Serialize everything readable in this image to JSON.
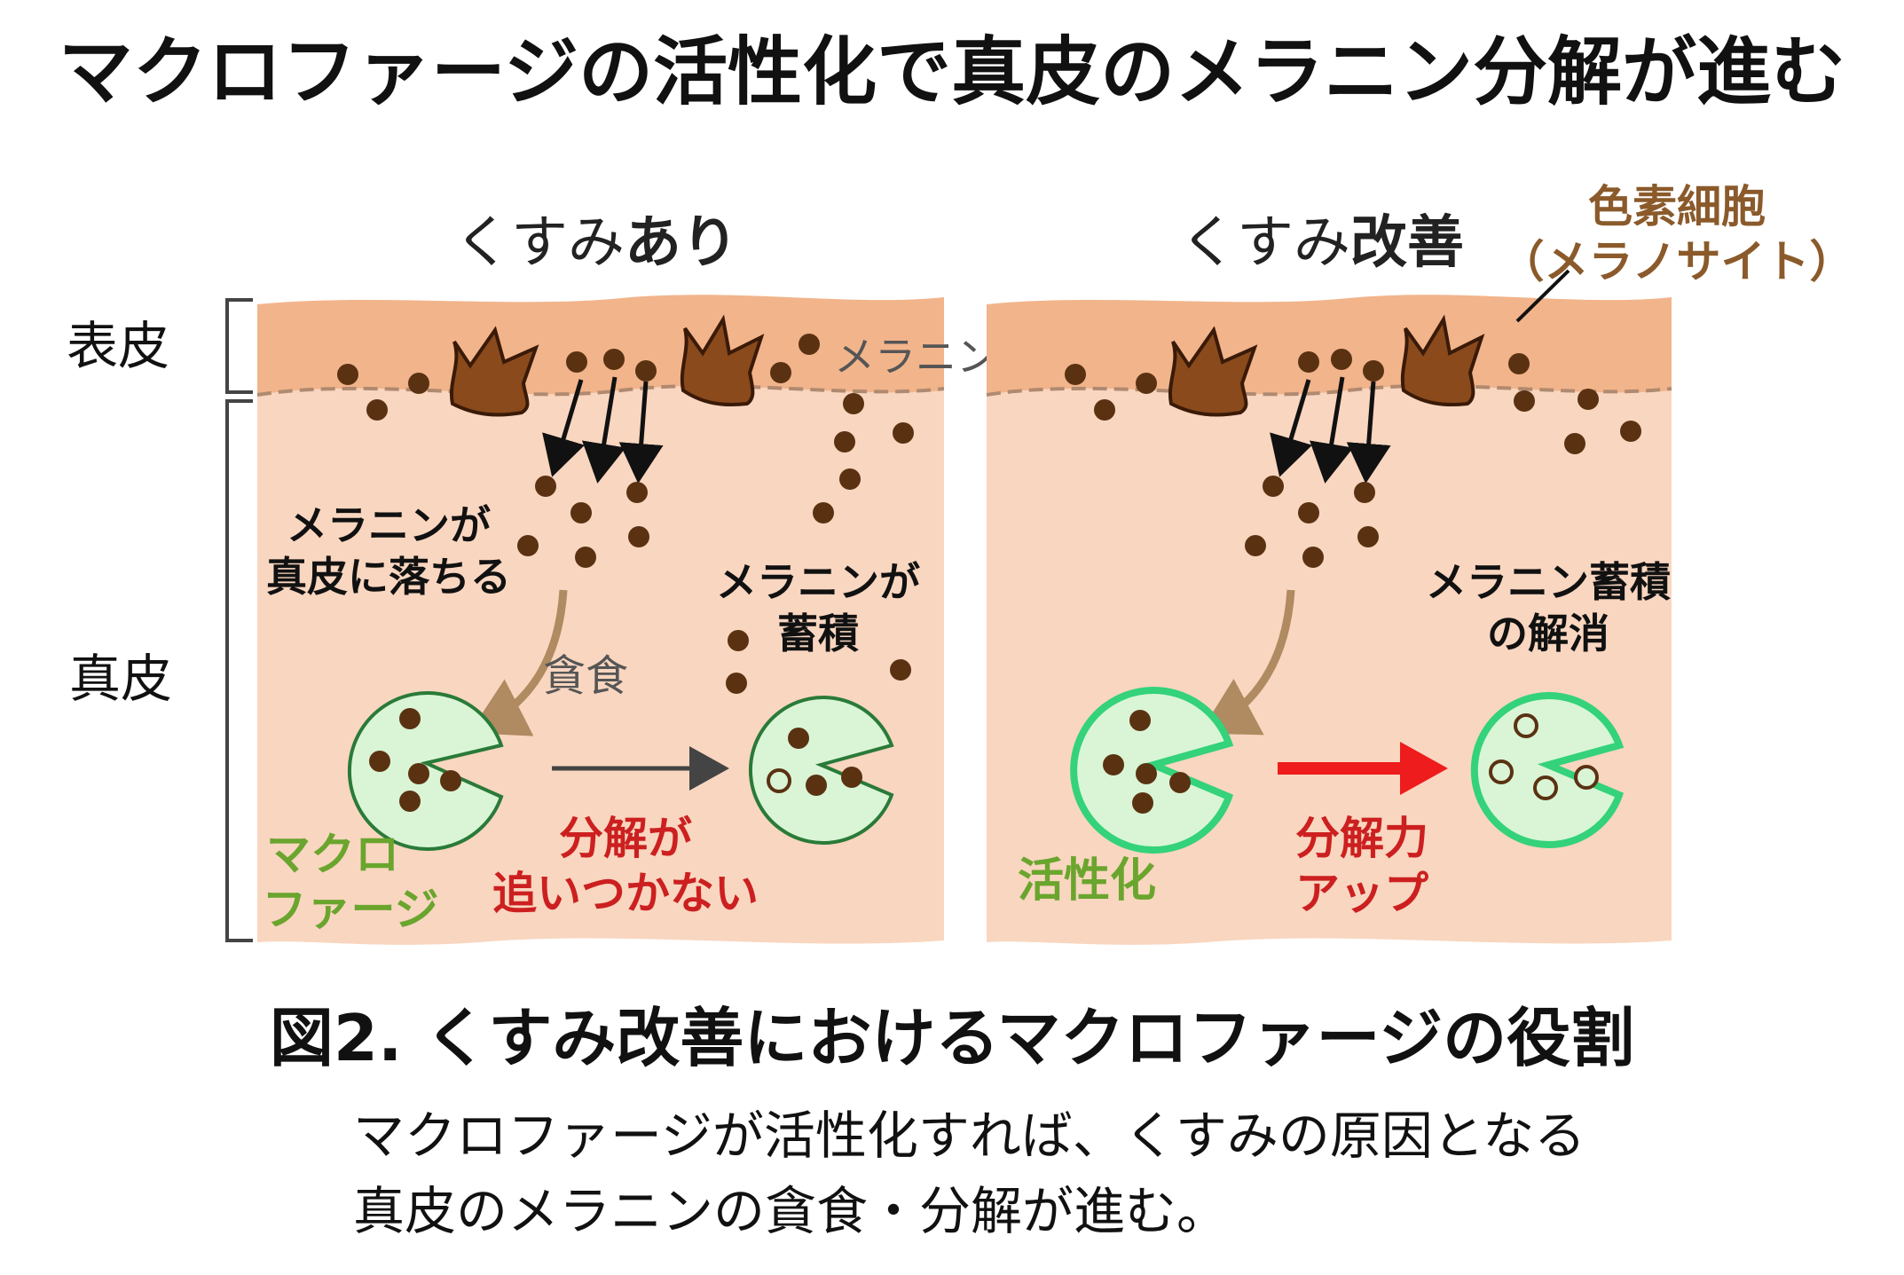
{
  "title": "マクロファージの活性化で真皮のメラニン分解が進む",
  "layers": {
    "epidermis": "表皮",
    "dermis": "真皮"
  },
  "left_panel": {
    "heading_prefix": "くすみ",
    "heading_bold": "あり",
    "melanin_label": "メラニン",
    "falling_line1": "メラニンが",
    "falling_line2": "真皮に落ちる",
    "phagocytosis": "貪食",
    "accumulate_line1": "メラニンが",
    "accumulate_line2": "蓄積",
    "macrophage_line1": "マクロ",
    "macrophage_line2": "ファージ",
    "breakdown_line1": "分解が",
    "breakdown_line2": "追いつかない"
  },
  "right_panel": {
    "heading_prefix": "くすみ",
    "heading_bold": "改善",
    "melanocyte_line1": "色素細胞",
    "melanocyte_line2": "（メラノサイト）",
    "resolved_line1": "メラニン蓄積",
    "resolved_line2": "の解消",
    "activated": "活性化",
    "power_line1": "分解力",
    "power_line2": "アップ"
  },
  "figure_title": "図2.  くすみ改善におけるマクロファージの役割",
  "caption_line1": "マクロファージが活性化すれば、くすみの原因となる",
  "caption_line2": "真皮のメラニンの貪食・分解が進む。",
  "colors": {
    "epidermis": "#f2b48b",
    "dermis": "#f9d6c0",
    "melanin": "#5a3212",
    "melanocyte": "#8a4a1c",
    "macrophage_fill": "#d9f5d6",
    "macrophage_stroke": "#2a7a38",
    "activated_stroke": "#34d27a",
    "green_text": "#6aa52e",
    "red_text": "#cc2020",
    "brown_text": "#8b5a2b",
    "engulf_arrow": "#b08a60",
    "red_arrow": "#ee1c1c"
  }
}
